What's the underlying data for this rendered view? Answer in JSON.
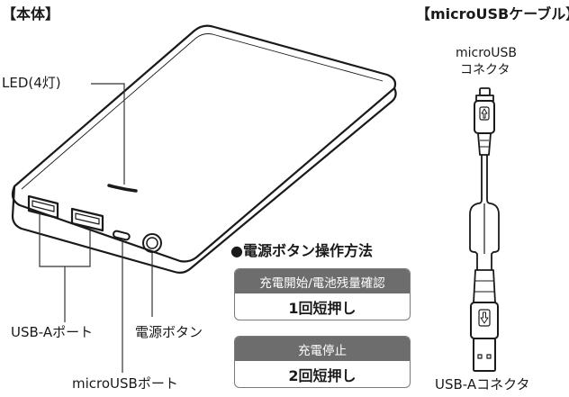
{
  "headers": {
    "main_unit": "【本体】",
    "cable": "【microUSBケーブル】"
  },
  "labels": {
    "led": "LED(4灯)",
    "usb_a_port": "USB-Aポート",
    "power_button": "電源ボタン",
    "micro_usb_port": "microUSBポート",
    "micro_usb_connector_line1": "microUSB",
    "micro_usb_connector_line2": "コネクタ",
    "usb_a_connector": "USB-Aコネクタ"
  },
  "operation": {
    "title": "●電源ボタン操作方法",
    "items": [
      {
        "action": "充電開始/電池残量確認",
        "method": "1回短押し"
      },
      {
        "action": "充電停止",
        "method": "2回短押し"
      }
    ]
  }
}
